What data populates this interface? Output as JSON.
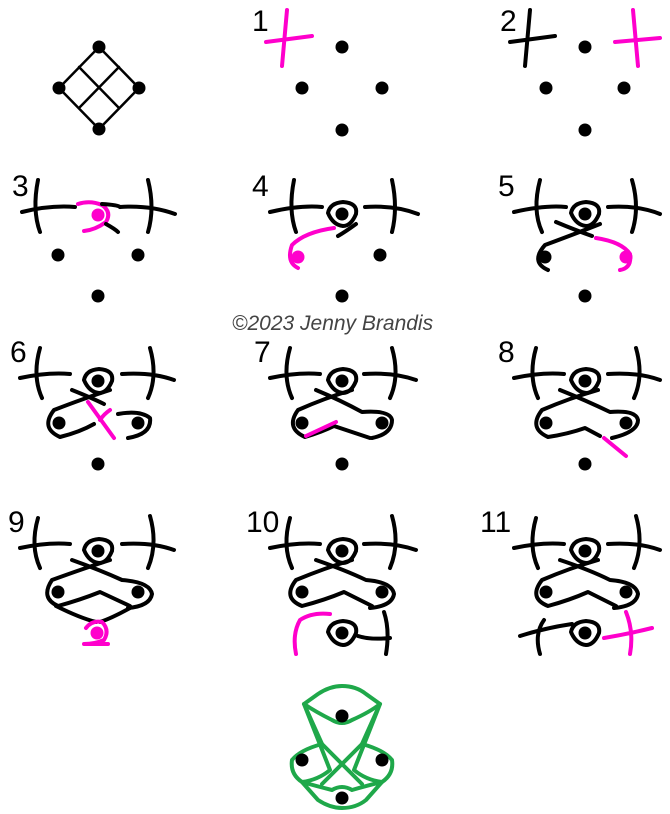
{
  "colors": {
    "ink": "#000000",
    "highlight": "#ff00cc",
    "final": "#1fa84a"
  },
  "panels": [
    {
      "step": ""
    },
    {
      "step": "1"
    },
    {
      "step": "2"
    },
    {
      "step": "3"
    },
    {
      "step": "4"
    },
    {
      "step": "5"
    },
    {
      "step": "6"
    },
    {
      "step": "7"
    },
    {
      "step": "8"
    },
    {
      "step": "9"
    },
    {
      "step": "10"
    },
    {
      "step": "11"
    }
  ],
  "copyright": "©2023 Jenny Brandis"
}
